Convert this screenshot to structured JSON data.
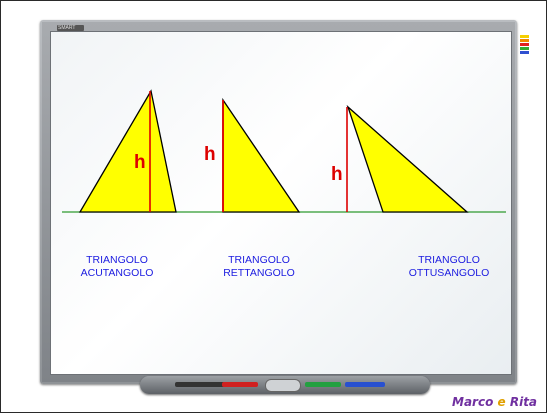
{
  "board": {
    "brand": "SMART"
  },
  "triangles": [
    {
      "height_label": "h",
      "line1": "TRIANGOLO",
      "line2": "ACUTANGOLO"
    },
    {
      "height_label": "h",
      "line1": "TRIANGOLO",
      "line2": "RETTANGOLO"
    },
    {
      "height_label": "h",
      "line1": "TRIANGOLO",
      "line2": "OTTUSANGOLO"
    }
  ],
  "author": {
    "name1": "Marco",
    "conj": "e",
    "name2": "Rita"
  },
  "colors": {
    "triangle_fill": "#ffff00",
    "triangle_stroke": "#000000",
    "height_line": "#dd0000",
    "base_line": "#2f9a2f",
    "caption_text": "#1c1ce0",
    "author_name": "#7030a0",
    "author_conj": "#e0a000"
  },
  "tray_pens": [
    "black",
    "red",
    "green",
    "blue"
  ]
}
